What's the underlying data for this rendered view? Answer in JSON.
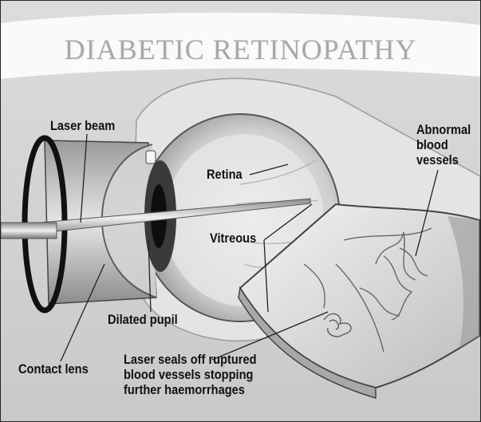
{
  "title": "DIABETIC RETINOPATHY",
  "labels": {
    "laser_beam": "Laser beam",
    "retina": "Retina",
    "abnormal_vessels": [
      "Abnormal",
      "blood",
      "vessels"
    ],
    "vitreous": "Vitreous",
    "dilated_pupil": "Dilated pupil",
    "contact_lens": "Contact lens",
    "laser_seals": [
      "Laser seals off ruptured",
      "blood vessels stopping",
      "further haemorrhages"
    ]
  }
}
